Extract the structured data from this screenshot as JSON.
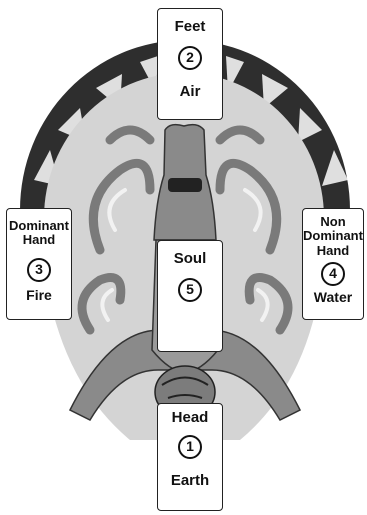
{
  "colors": {
    "background": "#ffffff",
    "shield": "#cfcfcf",
    "band": "#3a3a3a",
    "figure": "#8c8c8c",
    "ink": "#111111"
  },
  "cards": {
    "feet": {
      "title": "Feet",
      "number": "2",
      "element": "Air"
    },
    "head": {
      "title": "Head",
      "number": "1",
      "element": "Earth"
    },
    "soul": {
      "title": "Soul",
      "number": "5"
    },
    "dominant": {
      "title_line1": "Dominant",
      "title_line2": "Hand",
      "number": "3",
      "element": "Fire"
    },
    "non_dominant": {
      "title_line1": "Non",
      "title_line2": "Dominant",
      "title_line3": "Hand",
      "number": "4",
      "element": "Water"
    }
  }
}
